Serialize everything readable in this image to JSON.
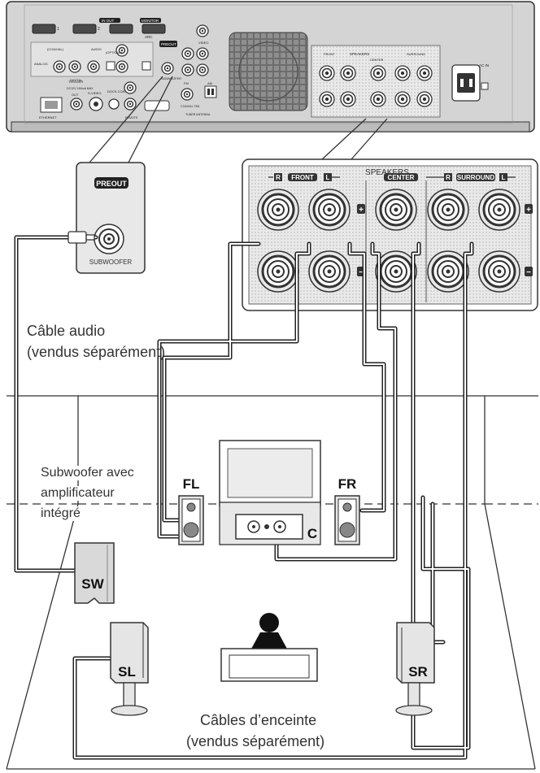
{
  "receiver": {
    "port_labels": {
      "hdmi_1": "1",
      "hdmi_2": "2",
      "hdmi_out": "MONITOR",
      "in_out": "IN OUT",
      "arc": "ARC",
      "coaxial": "(COAXIAL)",
      "digital": "DIGITAL",
      "analog": "ANALOG",
      "optical": "(OPTICAL)",
      "audio": "AUDIO",
      "preout": "PREOUT",
      "subwoofer": "SUBWOOFER",
      "video": "VIDEO",
      "trigger": "TRIGGER",
      "trigger_spec": "DC12V 150mA MAX",
      "out": "OUT",
      "s_video": "S-VIDEO",
      "dock_control": "DOCK CONTROL",
      "remote": "REMOTE",
      "ethernet": "ETHERNET",
      "fm": "FM",
      "fm_coax": "COAXIAL 75Ω",
      "am": "AM",
      "antenna": "TUNER ANTENNA",
      "ac_in": "AC IN",
      "speakers": "SPEAKERS",
      "front": "FRONT",
      "center": "CENTER",
      "surround": "SURROUND",
      "r": "R",
      "l": "L"
    }
  },
  "callout_preout": {
    "title": "PREOUT",
    "jack_label": "SUBWOOFER"
  },
  "callout_speakers": {
    "title": "SPEAKERS",
    "front": "FRONT",
    "center": "CENTER",
    "surround": "SURROUND",
    "r": "R",
    "l": "L",
    "plus": "+",
    "minus": "−"
  },
  "labels": {
    "audio_cable_line1": "Câble audio",
    "audio_cable_line2": "(vendus séparément)",
    "subwoofer_line1": "Subwoofer avec",
    "subwoofer_line2": "amplificateur",
    "subwoofer_line3": "intégré",
    "speaker_cable_line1": "Câbles d’enceinte",
    "speaker_cable_line2": "(vendus séparément)"
  },
  "speakers": {
    "fl": "FL",
    "fr": "FR",
    "c": "C",
    "sw": "SW",
    "sl": "SL",
    "sr": "SR"
  }
}
